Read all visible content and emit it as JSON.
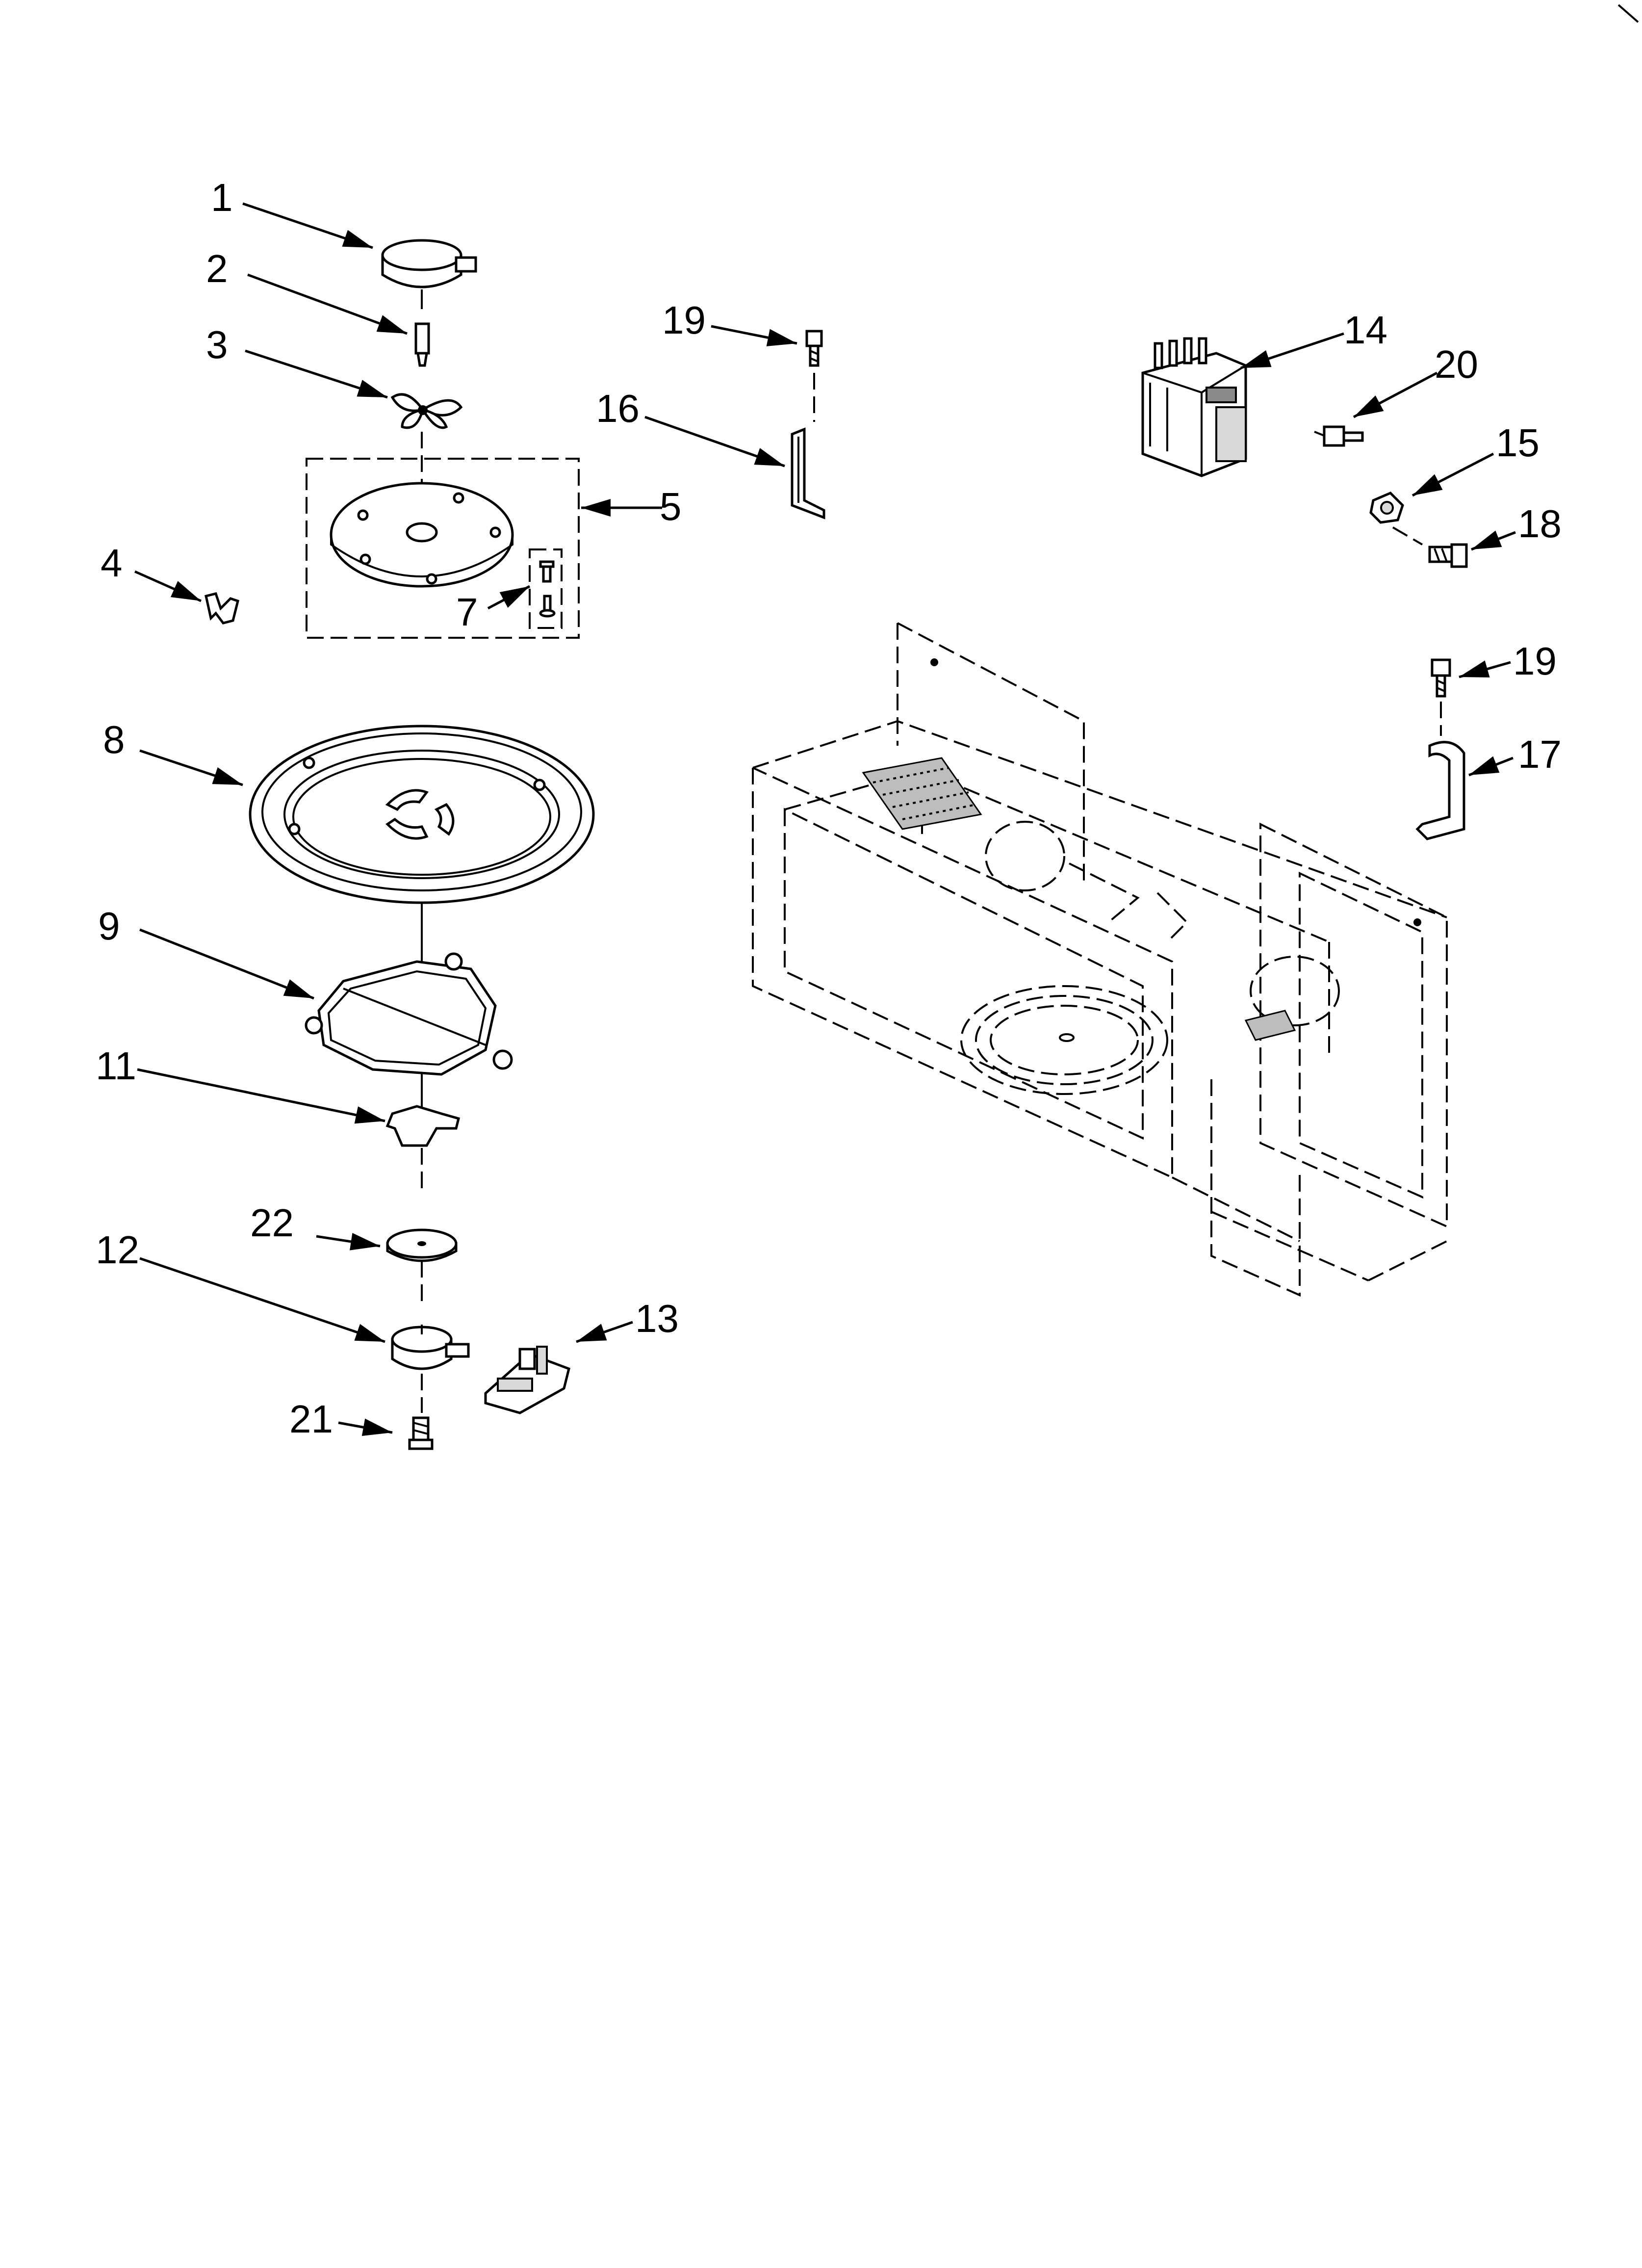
{
  "callouts": {
    "c1": "1",
    "c2": "2",
    "c3": "3",
    "c4": "4",
    "c5": "5",
    "c7": "7",
    "c8": "8",
    "c9": "9",
    "c11": "11",
    "c12": "12",
    "c13": "13",
    "c14": "14",
    "c15": "15",
    "c16": "16",
    "c17": "17",
    "c18": "18",
    "c19a": "19",
    "c19b": "19",
    "c20": "20",
    "c21": "21",
    "c22": "22"
  }
}
